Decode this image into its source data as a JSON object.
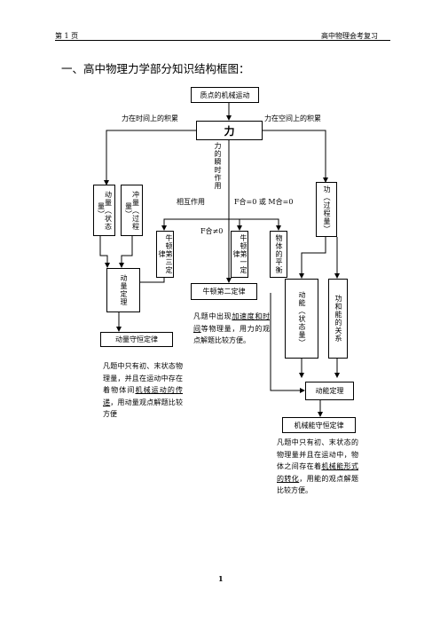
{
  "header": {
    "page_label": "第 1 页",
    "right_label": "高中物理会考复习"
  },
  "title": "一、高中物理力学部分知识结构框图：",
  "diagram": {
    "top_box": "质点的机械运动",
    "force_box": "力",
    "label_time": "力在时间上的积累",
    "label_space": "力在空间上的积累",
    "label_instant": "力的瞬时作用",
    "label_mutual": "相互作用",
    "label_balance": "F合=0 或 M合=0",
    "label_unbalance": "F合≠0",
    "momentum_box": "动量（状态量）",
    "impulse_box": "冲量（过程量）",
    "newton3_box": "牛顿第三定律",
    "newton1_box": "牛顿第一定律",
    "equilibrium_box": "物体的平衡",
    "work_box": "功（过程量）",
    "momentum_theorem_box": "动量定理",
    "newton2_box": "牛顿第二定律",
    "kinetic_energy_box": "动能（状态量）",
    "work_energy_relation_box": "功和能的关系",
    "momentum_conservation_box": "动量守恒定律",
    "kinetic_theorem_box": "动能定理",
    "mech_energy_conservation_box": "机械能守恒定律"
  },
  "notes": {
    "dynamics": {
      "pre": "凡题中出现",
      "u1": "加速度和时间",
      "post": "等物理量，用力的观点解题比较方便。"
    },
    "momentum": {
      "pre": "凡题中只有初、末状态物理量，并且在运动中存在着物体间",
      "u1": "机械运动的传递",
      "post": "，用动量观点解题比较方便"
    },
    "energy": {
      "pre": "凡题中只有初、末状态的物理量并且在运动中，物体之间存在着",
      "u1": "机械能形式的转化",
      "post": "，用能的观点解题比较方便。"
    }
  },
  "footer": {
    "page_number": "1"
  }
}
